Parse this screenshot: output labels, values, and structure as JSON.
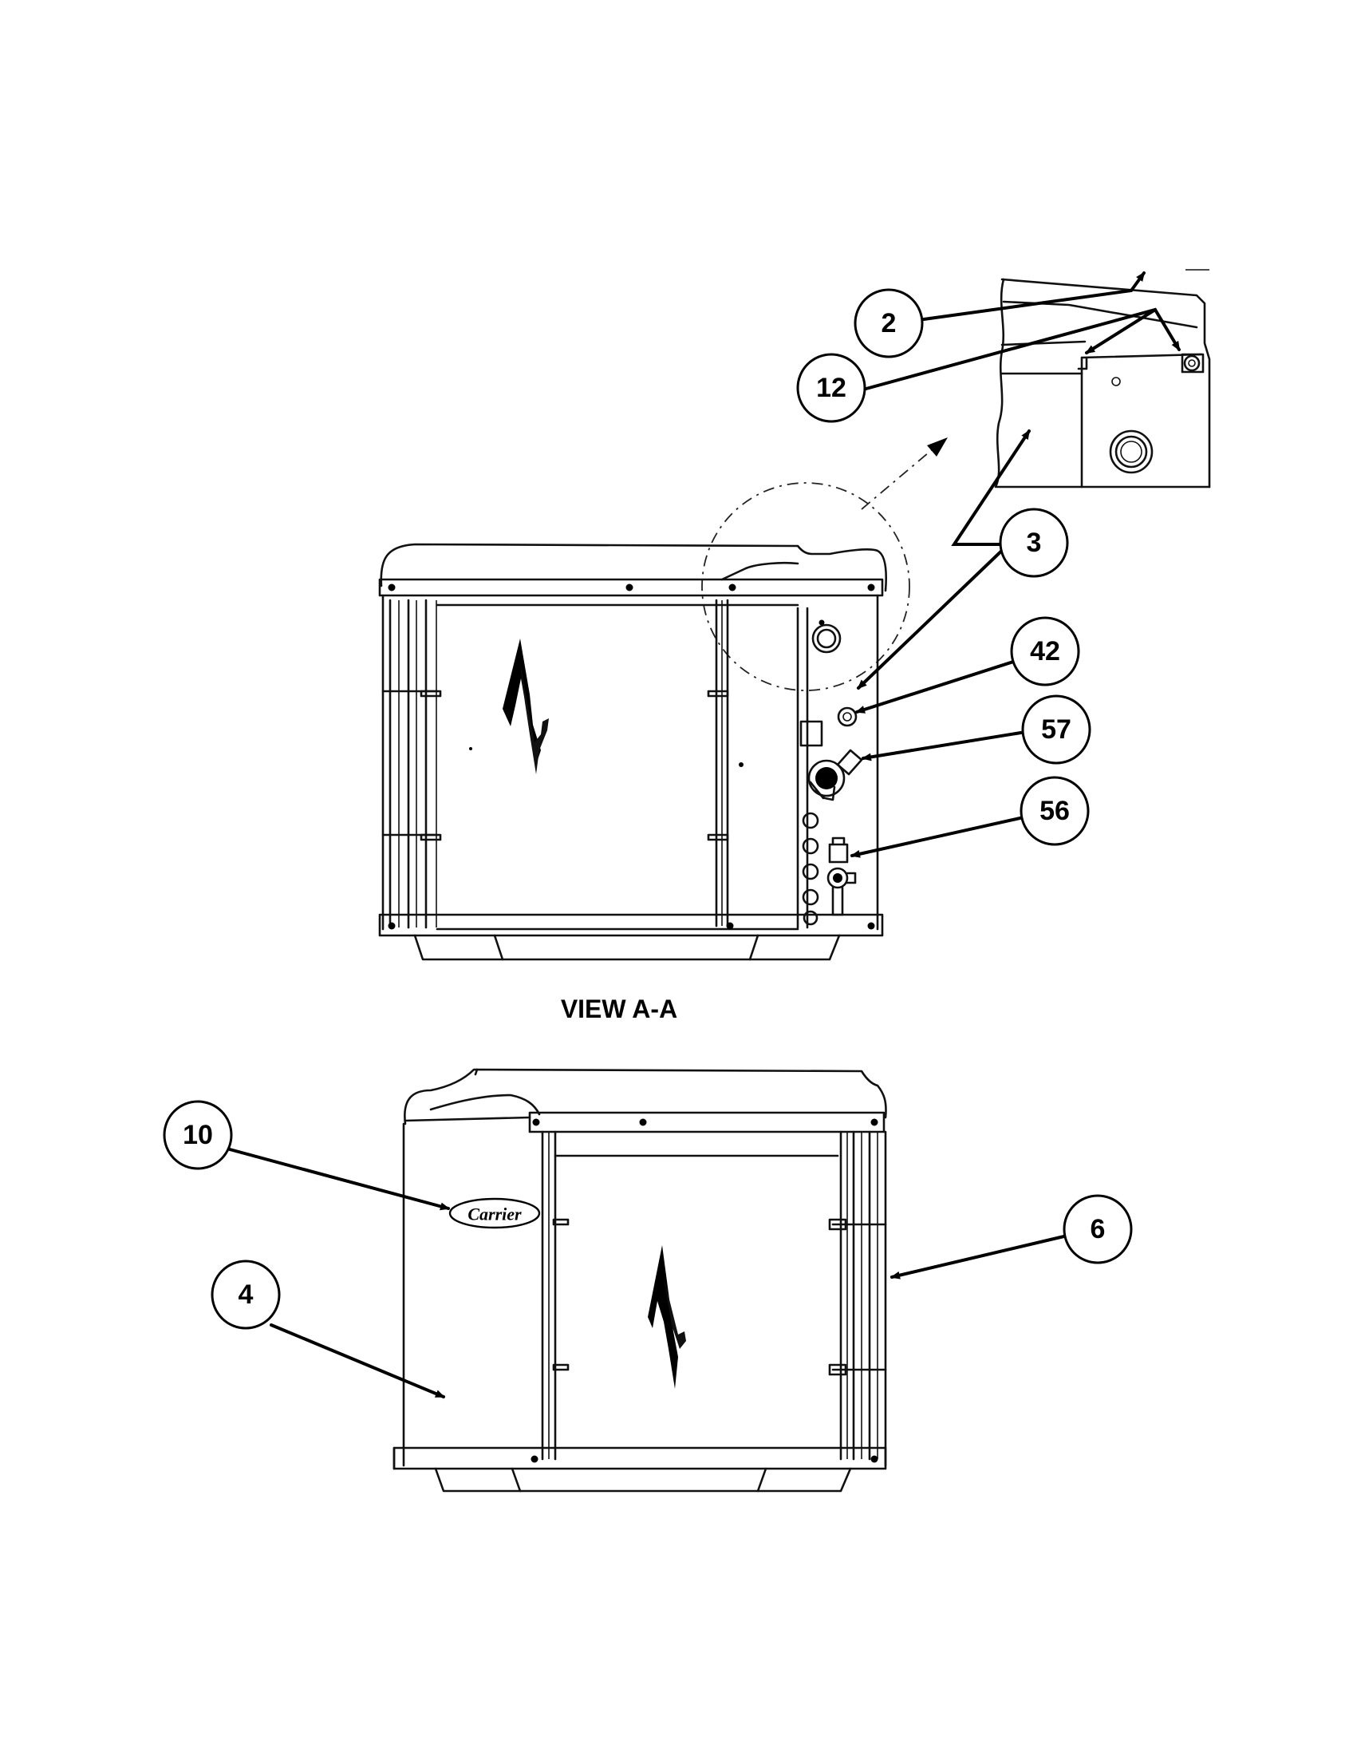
{
  "diagram": {
    "view_title": "VIEW A-A",
    "brand_logo_text": "Carrier",
    "callouts": [
      {
        "id": "c2",
        "label": "2"
      },
      {
        "id": "c12",
        "label": "12"
      },
      {
        "id": "c3",
        "label": "3"
      },
      {
        "id": "c42",
        "label": "42"
      },
      {
        "id": "c57",
        "label": "57"
      },
      {
        "id": "c56",
        "label": "56"
      },
      {
        "id": "c10",
        "label": "10"
      },
      {
        "id": "c4",
        "label": "4"
      },
      {
        "id": "c6",
        "label": "6"
      }
    ]
  }
}
